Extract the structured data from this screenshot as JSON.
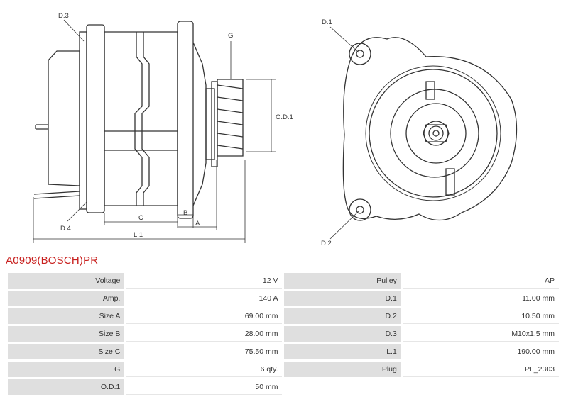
{
  "drawing": {
    "labels": {
      "d3": "D.3",
      "d4": "D.4",
      "g": "G",
      "od1": "O.D.1",
      "c": "C",
      "b": "B",
      "a": "A",
      "l1": "L.1",
      "d1": "D.1",
      "d2": "D.2"
    }
  },
  "part_number": "A0909(BOSCH)PR",
  "specs": {
    "rows": [
      {
        "k1": "Voltage",
        "v1": "12 V",
        "k2": "Pulley",
        "v2": "AP"
      },
      {
        "k1": "Amp.",
        "v1": "140 A",
        "k2": "D.1",
        "v2": "11.00 mm"
      },
      {
        "k1": "Size A",
        "v1": "69.00 mm",
        "k2": "D.2",
        "v2": "10.50 mm"
      },
      {
        "k1": "Size B",
        "v1": "28.00 mm",
        "k2": "D.3",
        "v2": "M10x1.5 mm"
      },
      {
        "k1": "Size C",
        "v1": "75.50 mm",
        "k2": "L.1",
        "v2": "190.00 mm"
      },
      {
        "k1": "G",
        "v1": "6 qty.",
        "k2": "Plug",
        "v2": "PL_2303"
      },
      {
        "k1": "O.D.1",
        "v1": "50 mm",
        "k2": "",
        "v2": ""
      }
    ]
  }
}
